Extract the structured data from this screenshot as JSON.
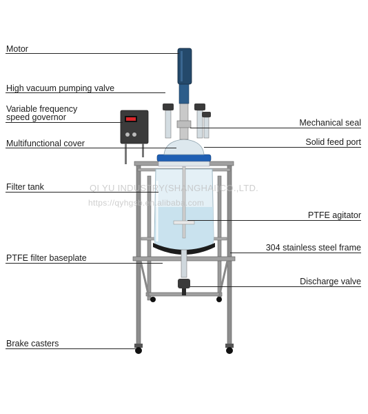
{
  "left_labels": [
    {
      "id": "motor",
      "text": "Motor"
    },
    {
      "id": "vacuum-valve",
      "text": "High vacuum pumping valve"
    },
    {
      "id": "vf-governor-1",
      "text": "Variable frequency"
    },
    {
      "id": "vf-governor-2",
      "text": "speed governor"
    },
    {
      "id": "multifunctional-cover",
      "text": "Multifunctional cover"
    },
    {
      "id": "filter-tank",
      "text": "Filter tank"
    },
    {
      "id": "ptfe-filter-baseplate",
      "text": "PTFE filter baseplate"
    },
    {
      "id": "brake-casters",
      "text": "Brake casters"
    }
  ],
  "right_labels": [
    {
      "id": "mechanical-seal",
      "text": "Mechanical seal"
    },
    {
      "id": "solid-feed-port",
      "text": "Solid feed port"
    },
    {
      "id": "ptfe-agitator",
      "text": "PTFE agitator"
    },
    {
      "id": "steel-frame",
      "text": "304 stainless steel frame"
    },
    {
      "id": "discharge-valve",
      "text": "Discharge valve"
    }
  ],
  "watermark": {
    "line1": "QI YU INDUSTRY(SHANGHAI)CO.,LTD.",
    "line2": "https://qyhgsb.en.alibaba.com"
  },
  "colors": {
    "motor": "#24496b",
    "frame": "#8c8c8c",
    "glass": "#d9eaf2",
    "liquid": "#c6e1ee",
    "flange": "#1f5fb3",
    "control_box": "#3b3b3b"
  }
}
